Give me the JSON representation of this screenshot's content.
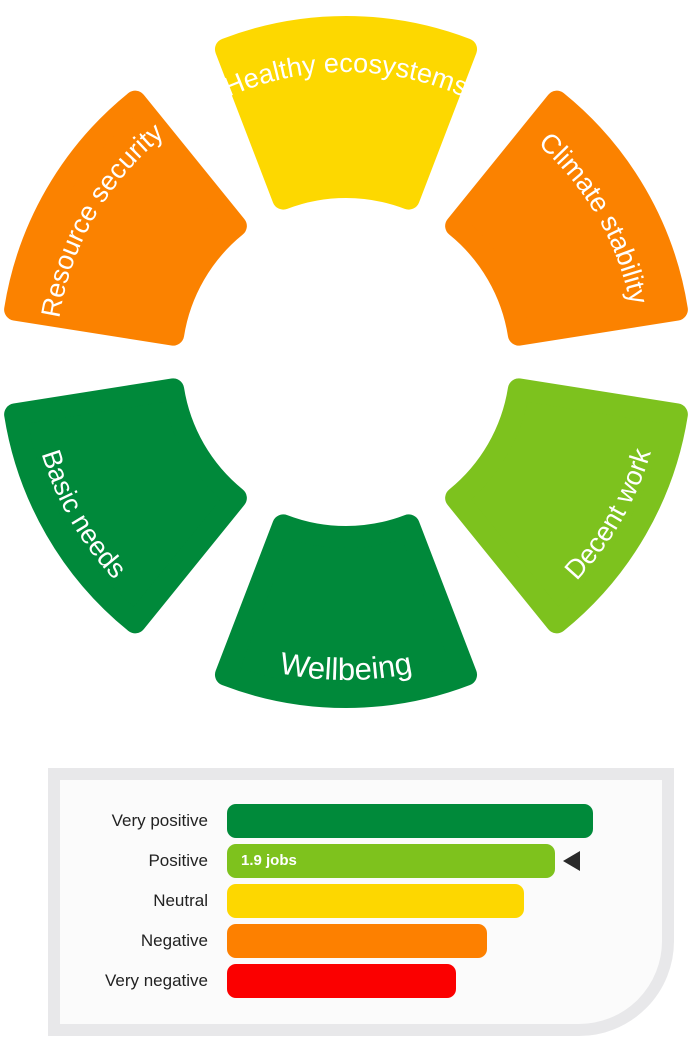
{
  "wheel": {
    "segments": [
      {
        "label": "Healthy ecosystems",
        "color": "#fdd800",
        "position": "top"
      },
      {
        "label": "Climate stability",
        "color": "#fb8200",
        "position": "top-right"
      },
      {
        "label": "Decent work",
        "color": "#7dc21e",
        "position": "bottom-right"
      },
      {
        "label": "Wellbeing",
        "color": "#00893a",
        "position": "bottom"
      },
      {
        "label": "Basic needs",
        "color": "#00893a",
        "position": "bottom-left"
      },
      {
        "label": "Resource security",
        "color": "#fb8200",
        "position": "top-left"
      }
    ]
  },
  "scale": {
    "rows": [
      {
        "label": "Very positive",
        "color": "#008a3a",
        "value_text": ""
      },
      {
        "label": "Positive",
        "color": "#7ec21d",
        "value_text": "1.9 jobs",
        "selected": true
      },
      {
        "label": "Neutral",
        "color": "#fdd700",
        "value_text": ""
      },
      {
        "label": "Negative",
        "color": "#fd8000",
        "value_text": ""
      },
      {
        "label": "Very negative",
        "color": "#fb0000",
        "value_text": ""
      }
    ]
  }
}
